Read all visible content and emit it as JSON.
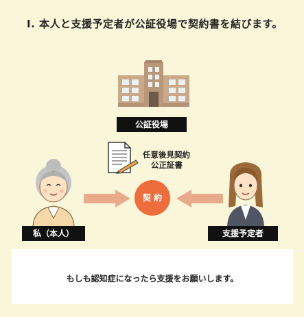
{
  "title": "Ⅰ. 本人と支援予定者が公証役場で契約書を結びます。",
  "office_label": "公証役場",
  "document_label_line1": "任意後見契約",
  "document_label_line2": "公正証書",
  "contract_label": "契 約",
  "principal_label": "私（本人）",
  "supporter_label": "支援予定者",
  "request_text": "もしも認知症になったら支援をお願いします。",
  "icons": {
    "building": "building-icon",
    "document": "document-pen-icon",
    "principal": "elderly-woman-icon",
    "supporter": "businesswoman-icon",
    "arrows": "arrow-icon"
  },
  "colors": {
    "background": "#faf6d9",
    "contract_circle": "#ed6d3d",
    "arrow": "#e9a98b",
    "label_box": "#111111"
  }
}
